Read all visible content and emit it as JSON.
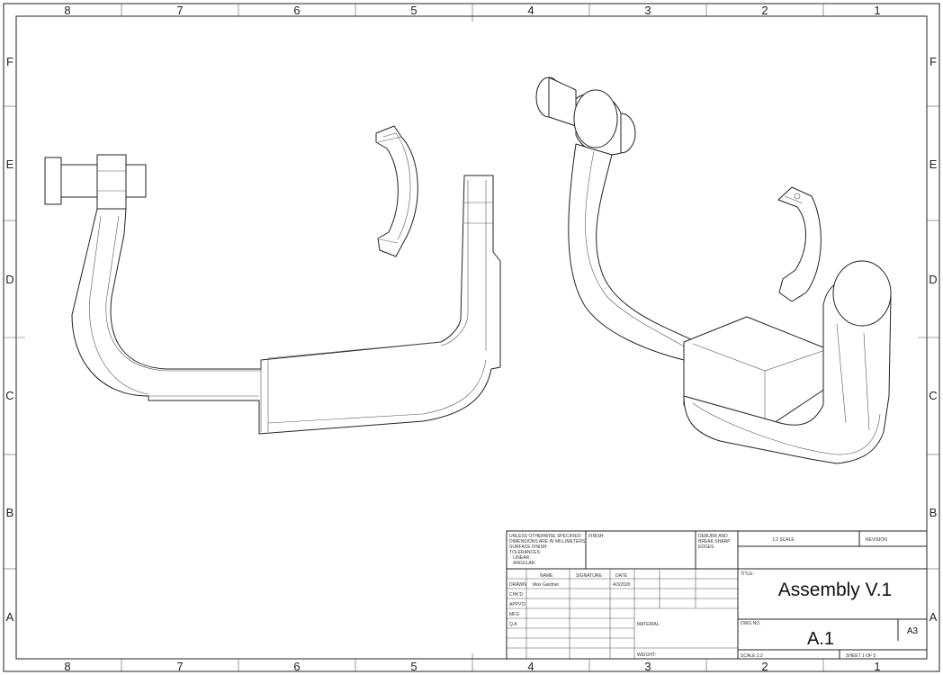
{
  "zones": {
    "columns": [
      "8",
      "7",
      "6",
      "5",
      "4",
      "3",
      "2",
      "1"
    ],
    "rows": [
      "F",
      "E",
      "D",
      "C",
      "B",
      "A"
    ]
  },
  "title_block": {
    "general_notes": [
      "UNLESS OTHERWISE SPECIFIED:",
      "DIMENSIONS ARE IN MILLIMETERS",
      "SURFACE FINISH:",
      "TOLERANCES:",
      "LINEAR:",
      "ANGULAR:"
    ],
    "finish_label": "FINISH:",
    "deburr_note": [
      "DEBURR AND",
      "BREAK SHARP",
      "EDGES"
    ],
    "scale_note": "1:2 SCALE",
    "revision_label": "REVISION",
    "header_name": "NAME",
    "header_signature": "SIGNATURE",
    "header_date": "DATE",
    "roles": [
      "DRAWN",
      "CHK'D",
      "APPV'D",
      "MFG",
      "Q.A"
    ],
    "drawn_name": "Max Gardner",
    "drawn_date": "4/3/2020",
    "material_label": "MATERIAL:",
    "weight_label": "WEIGHT:",
    "title_label": "TITLE:",
    "title": "Assembly V.1",
    "dwg_no_label": "DWG NO.",
    "dwg_no": "A.1",
    "sheet_size": "A3",
    "scale": "SCALE:1:2",
    "sheet": "SHEET 1 OF 5"
  }
}
